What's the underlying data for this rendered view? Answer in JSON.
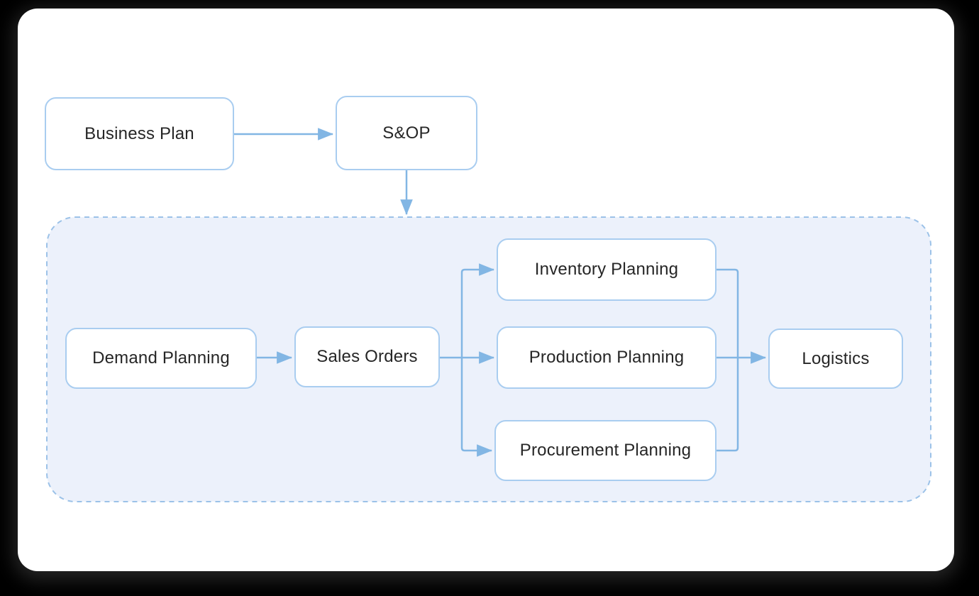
{
  "diagram": {
    "nodes": {
      "business_plan": {
        "label": "Business Plan"
      },
      "sop": {
        "label": "S&OP"
      },
      "demand_planning": {
        "label": "Demand Planning"
      },
      "sales_orders": {
        "label": "Sales Orders"
      },
      "inventory_planning": {
        "label": "Inventory Planning"
      },
      "production_planning": {
        "label": "Production Planning"
      },
      "procurement_planning": {
        "label": "Procurement Planning"
      },
      "logistics": {
        "label": "Logistics"
      }
    },
    "groups": {
      "planning_group": {
        "contains": [
          "demand_planning",
          "sales_orders",
          "inventory_planning",
          "production_planning",
          "procurement_planning",
          "logistics"
        ]
      }
    },
    "edges": [
      {
        "from": "business_plan",
        "to": "sop"
      },
      {
        "from": "sop",
        "to": "planning_group"
      },
      {
        "from": "demand_planning",
        "to": "sales_orders"
      },
      {
        "from": "sales_orders",
        "to": "inventory_planning"
      },
      {
        "from": "sales_orders",
        "to": "production_planning"
      },
      {
        "from": "sales_orders",
        "to": "procurement_planning"
      },
      {
        "from": "inventory_planning",
        "to": "logistics"
      },
      {
        "from": "production_planning",
        "to": "logistics"
      },
      {
        "from": "procurement_planning",
        "to": "logistics"
      }
    ],
    "colors": {
      "page-bg": "#000000",
      "card-bg": "#ffffff",
      "node-bg": "#ffffff",
      "node-border": "#a9cdf0",
      "node-text": "#262626",
      "connector": "#82b6e4",
      "group-fill": "#ecf1fb",
      "group-border": "#9cc2e8"
    }
  }
}
